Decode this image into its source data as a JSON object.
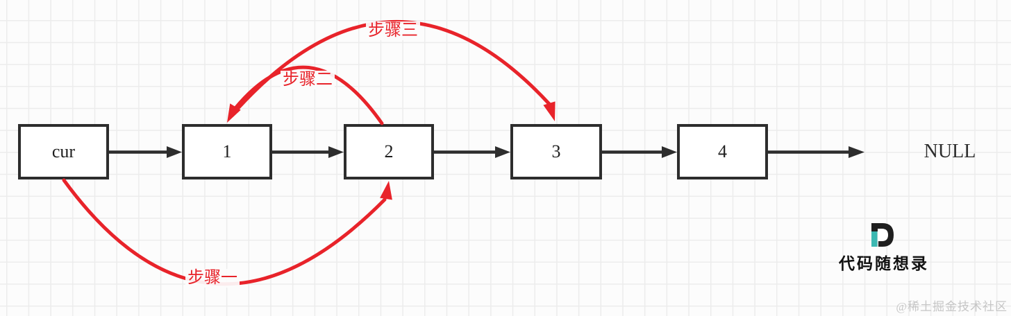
{
  "diagram": {
    "description": "Linked list diagram: cur -> 1 -> 2 -> 3 -> 4 -> NULL with three red step arcs",
    "nodes": [
      {
        "label": "cur"
      },
      {
        "label": "1"
      },
      {
        "label": "2"
      },
      {
        "label": "3"
      },
      {
        "label": "4"
      }
    ],
    "terminal": "NULL",
    "steps": [
      {
        "label": "步骤一",
        "from": "cur",
        "to": "2"
      },
      {
        "label": "步骤二",
        "from": "2",
        "to": "1"
      },
      {
        "label": "步骤三",
        "from": "1",
        "to": "3"
      }
    ],
    "colors": {
      "node_border": "#2d2d2d",
      "arrow_black": "#2d2d2d",
      "step_red": "#e8232a",
      "grid_line": "#ececec",
      "background": "#fcfcfc",
      "logo_teal": "#3cb8b2",
      "watermark_gray": "#c6c6c6"
    }
  },
  "branding": {
    "logo_letter": "D",
    "logo_text": "代码随想录"
  },
  "watermark": {
    "text": "@稀土掘金技术社区"
  }
}
